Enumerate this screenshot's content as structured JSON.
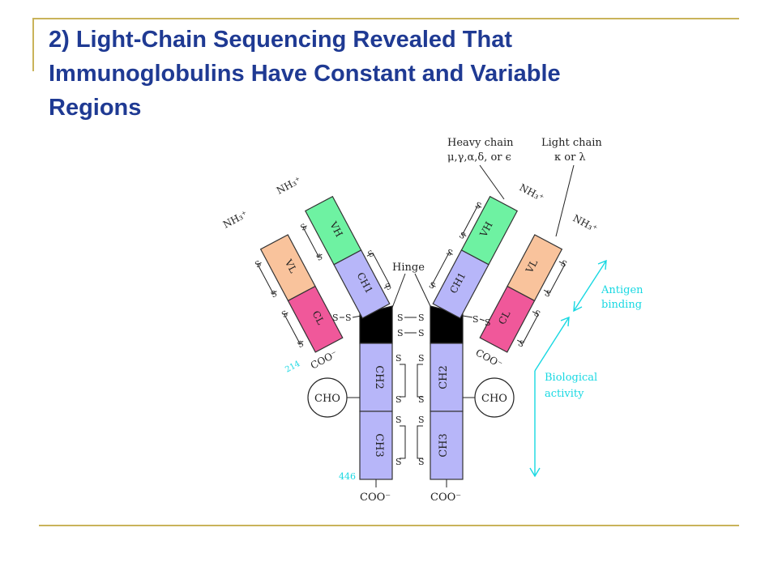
{
  "slide": {
    "title_lines": [
      "2) Light-Chain Sequencing Revealed That",
      "Immunoglobulins Have Constant and Variable",
      "Regions"
    ]
  },
  "diagram": {
    "heavy_chain_label": [
      "Heavy chain",
      "μ,γ,α,δ, or ϵ"
    ],
    "light_chain_label": [
      "Light chain",
      "κ or λ"
    ],
    "hinge": "Hinge",
    "antigen_binding": [
      "Antigen",
      "binding"
    ],
    "biological_activity": [
      "Biological",
      "activity"
    ],
    "nh3": "NH₃⁺",
    "coo": "COO⁻",
    "cho": "CHO",
    "s": "S",
    "num_214": "214",
    "num_446": "446",
    "domains": {
      "vl": "VL",
      "cl": "CL",
      "vh": "VH",
      "ch1": "CH1",
      "ch2": "CH2",
      "ch3": "CH3"
    },
    "colors": {
      "vl": "#f9c39c",
      "cl": "#f0589a",
      "vh": "#6ef2a2",
      "ch": "#b7b6f9",
      "hinge": "#000000",
      "annotation": "#18d8e2"
    }
  }
}
